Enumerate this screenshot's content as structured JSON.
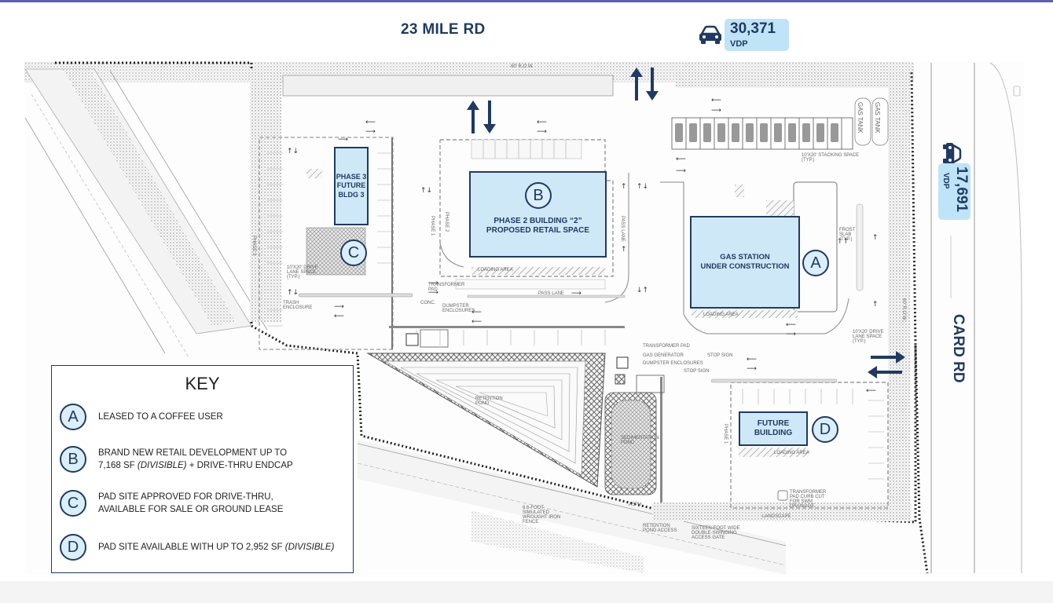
{
  "roads": {
    "north": "23 MILE RD",
    "east": "CARD RD"
  },
  "traffic": {
    "north": {
      "count": "30,371",
      "unit": "VDP"
    },
    "east": {
      "count": "17,691",
      "unit": "VDP"
    }
  },
  "buildings": {
    "a": {
      "letter": "A",
      "lines": [
        "GAS STATION",
        "UNDER CONSTRUCTION"
      ]
    },
    "b": {
      "letter": "B",
      "lines": [
        "PHASE 2 BUILDING “2”",
        "PROPOSED RETAIL SPACE"
      ]
    },
    "c": {
      "letter": "C",
      "lines": [
        "PHASE 3",
        "FUTURE",
        "BLDG 3"
      ]
    },
    "d": {
      "letter": "D",
      "lines": [
        "FUTURE",
        "BUILDING"
      ]
    }
  },
  "key": {
    "title": "KEY",
    "items": [
      {
        "letter": "A",
        "line1": "LEASED TO A COFFEE USER",
        "line2": "",
        "italic": "",
        "tail": ""
      },
      {
        "letter": "B",
        "line1": "BRAND NEW RETAIL DEVELOPMENT UP TO",
        "line2": "7,168 SF ",
        "italic": "(DIVISIBLE)",
        "tail": " + DRIVE-THRU ENDCAP"
      },
      {
        "letter": "C",
        "line1": "PAD SITE APPROVED FOR DRIVE-THRU,",
        "line2": "AVAILABLE FOR SALE OR GROUND LEASE",
        "italic": "",
        "tail": ""
      },
      {
        "letter": "D",
        "line1": "PAD SITE AVAILABLE WITH UP TO 2,952 SF ",
        "line2": "",
        "italic": "(DIVISIBLE)",
        "tail": ""
      }
    ]
  },
  "plan_labels": {
    "row": "60' R.O.W.",
    "gas_tank_1": "GAS TANK",
    "gas_tank_2": "GAS TANK",
    "stacking": "10'X20' STACKING SPACE (TYP.)",
    "loading_b": "LOADING AREA",
    "pass_lane_b": "PASS LANE",
    "pass_lane_v": "PASS LANE",
    "phase1": "PHASE 1",
    "phase2": "PHASE 2",
    "phase3": "PHASE 3",
    "phase1b": "PHASE 1",
    "transformer_pad": "TRANSFORMER PAD",
    "conc": "CONC.",
    "dumpster": "DUMPSTER ENCLOSURES",
    "loading_a": "LOADING AREA",
    "drive_lane_a": "10'X20' DRIVE LANE SPACE (TYP.)",
    "frost_slab": "FROST SLAB (TYP.)",
    "transformer_pad_2": "TRANSFORMER PAD",
    "gas_generator": "GAS GENERATOR",
    "dumpster_2": "DUMPSTER ENCLOSURES",
    "stop_sign_1": "STOP SIGN",
    "stop_sign_2": "STOP SIGN",
    "retention_pond": "RETENTION POND",
    "sedimentation_pond": "SEDIMENTATION POND",
    "trash": "TRASH ENCLOSURE",
    "drive_lane_c": "10'X20' DRIVE LANE SPACE (TYP.)",
    "loading_d": "LOADING AREA",
    "wall": "6.6-FOOT SIMULATED WROUGHT IRON FENCE",
    "gate": "SIXTEEN-FOOT WIDE DOUBLE-SWINGING ACCESS GATE",
    "pond_access": "RETENTION POND ACCESS",
    "asph": "ASPH.",
    "transformer_d": "TRANSFORMER PAD CURB CUT FOR SWM DRAINAGE",
    "landscape": "LANDSCAPE",
    "row_e": "60' R.O.W."
  },
  "colors": {
    "navy": "#1f3a64",
    "fill": "#cfe8f7",
    "vdp": "#bfe3f7",
    "purple": "#5b5fb8"
  },
  "icons": [
    "car-icon",
    "arrow-icon",
    "hatch-pattern"
  ]
}
